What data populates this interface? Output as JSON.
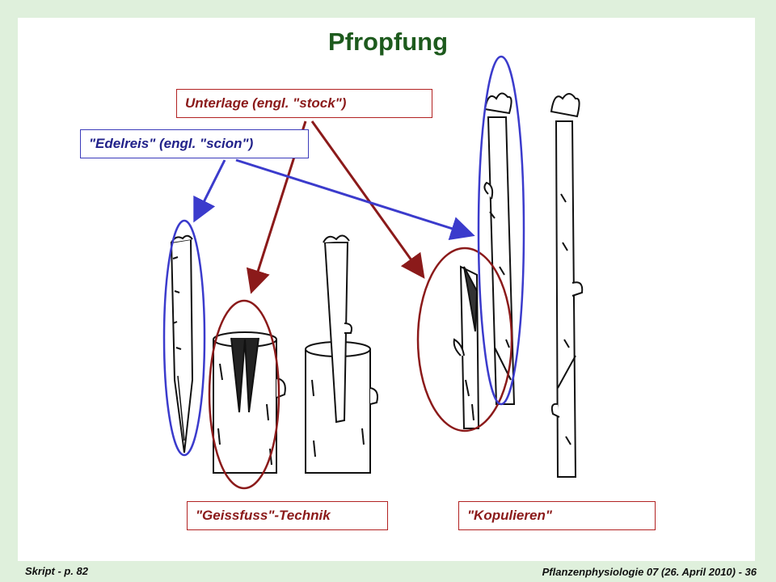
{
  "slide": {
    "title": "Pfropfung",
    "labels": {
      "stock": "Unterlage (engl. \"stock\")",
      "scion": "\"Edelreis\" (engl. \"scion\")",
      "geissfuss": "\"Geissfuss\"-Technik",
      "kopulieren": "\"Kopulieren\""
    },
    "footer_left": "Skript - p. 82",
    "footer_right": "Pflanzenphysiologie 07 (26. April 2010) - 36"
  },
  "colors": {
    "title": "#1d5a1d",
    "stock_arrow": "#8b1a1a",
    "scion_arrow": "#3b3bcc",
    "background": "#dff0dc"
  },
  "icons": [
    "scion-wedge-illustration",
    "stock-cleft-illustration",
    "joined-graft-illustration",
    "whip-graft-illustration",
    "budded-branch-illustration"
  ]
}
